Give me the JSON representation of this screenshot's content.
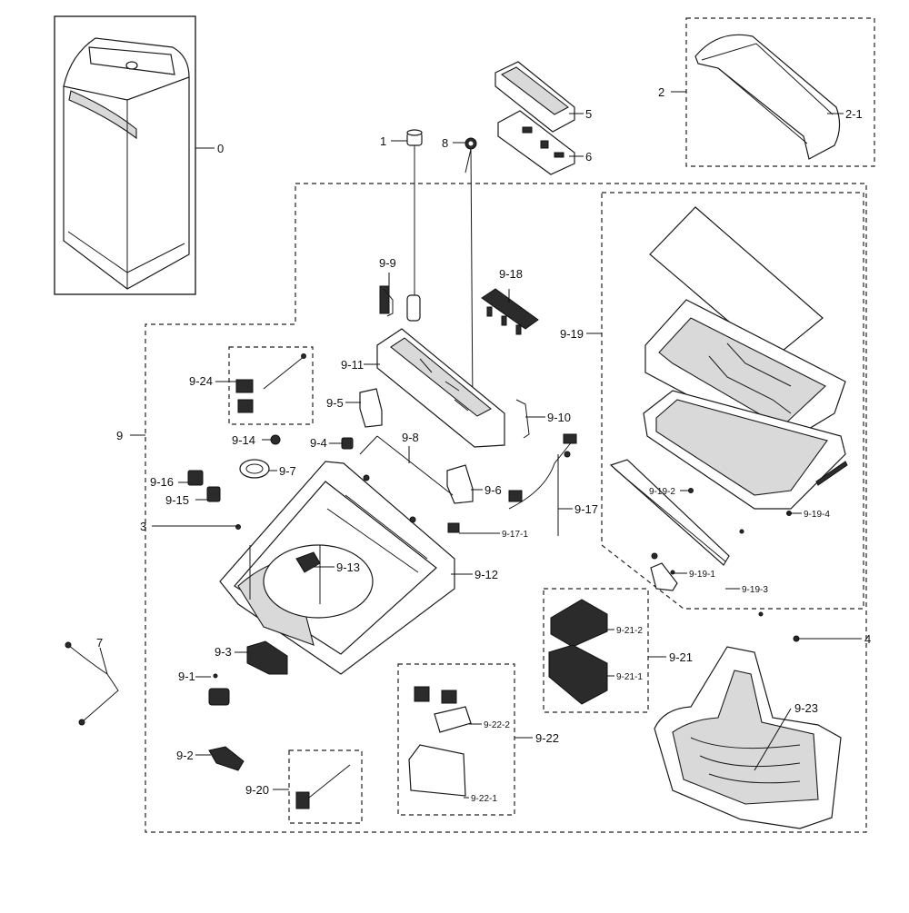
{
  "labels": {
    "p0": "0",
    "p1": "1",
    "p2": "2",
    "p2_1": "2-1",
    "p3": "3",
    "p4": "4",
    "p5": "5",
    "p6": "6",
    "p7": "7",
    "p8": "8",
    "p9": "9",
    "p9_1": "9-1",
    "p9_2": "9-2",
    "p9_3": "9-3",
    "p9_4": "9-4",
    "p9_5": "9-5",
    "p9_6": "9-6",
    "p9_7": "9-7",
    "p9_8": "9-8",
    "p9_9": "9-9",
    "p9_10": "9-10",
    "p9_11": "9-11",
    "p9_12": "9-12",
    "p9_13": "9-13",
    "p9_14": "9-14",
    "p9_15": "9-15",
    "p9_16": "9-16",
    "p9_17": "9-17",
    "p9_17_1": "9-17-1",
    "p9_18": "9-18",
    "p9_19": "9-19",
    "p9_19_1": "9-19-1",
    "p9_19_2": "9-19-2",
    "p9_19_3": "9-19-3",
    "p9_19_4": "9-19-4",
    "p9_20": "9-20",
    "p9_21": "9-21",
    "p9_21_1": "9-21-1",
    "p9_21_2": "9-21-2",
    "p9_22": "9-22",
    "p9_22_1": "9-22-1",
    "p9_22_2": "9-22-2",
    "p9_23": "9-23",
    "p9_24": "9-24"
  }
}
